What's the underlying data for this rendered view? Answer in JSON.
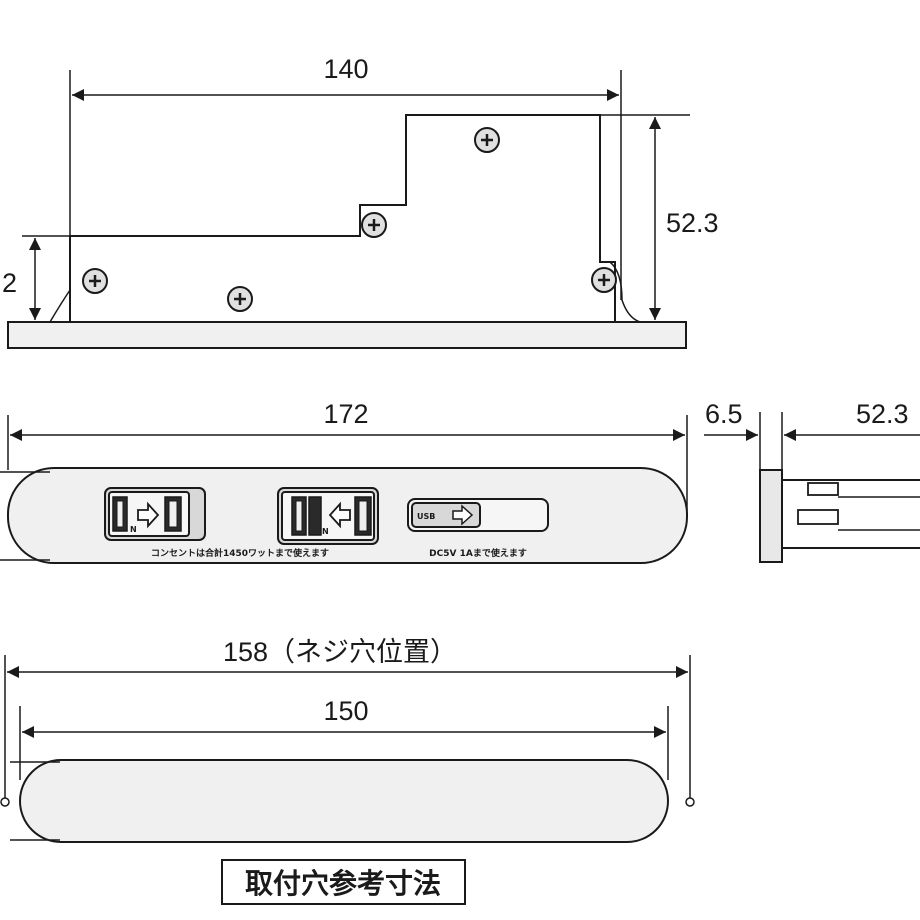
{
  "top_view": {
    "dim_width": "140",
    "dim_height": "52.3",
    "dim_left_partial": "2"
  },
  "front_view": {
    "dim_width": "172",
    "socket_note": "コンセントは合計1450ワットまで使えます",
    "usb_note": "DC5V 1Aまで使えます",
    "usb_label": "USB",
    "socket_marks": [
      "N",
      "N"
    ]
  },
  "side_view": {
    "dim_depth": "6.5",
    "dim_width": "52.3"
  },
  "cutout_view": {
    "dim_screw_pitch": "158（ネジ穴位置）",
    "dim_cutout": "150",
    "title": "取付穴参考寸法"
  }
}
